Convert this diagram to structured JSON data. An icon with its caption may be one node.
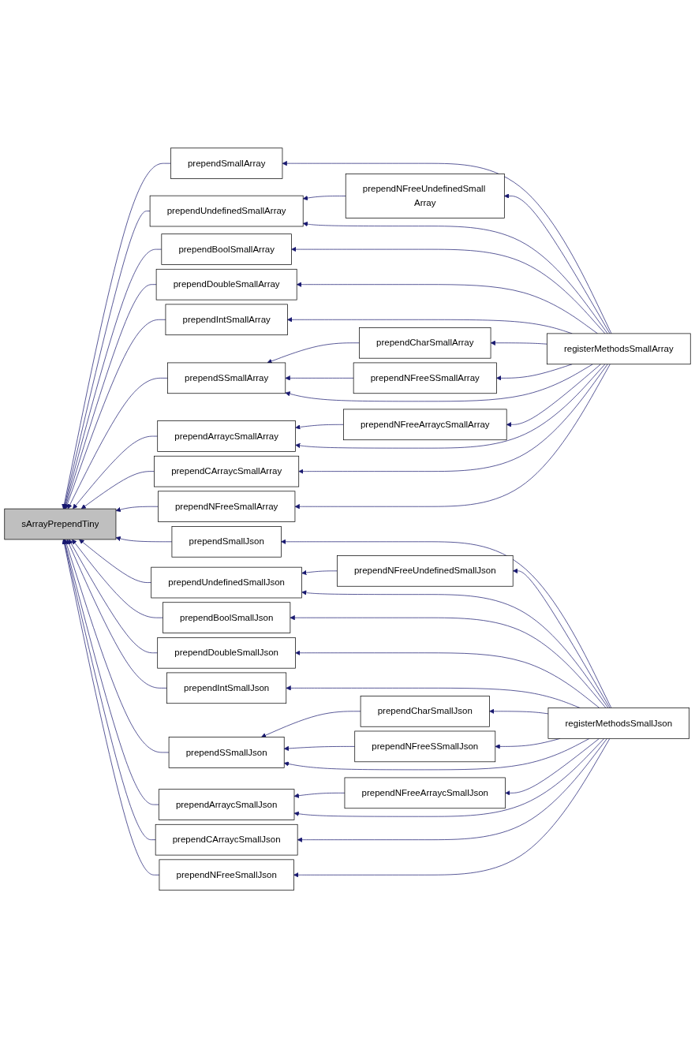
{
  "diagram": {
    "nodes": [
      {
        "text": [
          "sArrayPrependTiny"
        ]
      },
      {
        "text": [
          "prependSmallArray"
        ]
      },
      {
        "text": [
          "prependUndefinedSmallArray"
        ]
      },
      {
        "text": [
          "prependNFreeUndefinedSmall Array"
        ]
      },
      {
        "text": [
          "prependBoolSmallArray"
        ]
      },
      {
        "text": [
          "prependDoubleSmallArray"
        ]
      },
      {
        "text": [
          "prependIntSmallArray"
        ]
      },
      {
        "text": [
          "prependSSmallArray"
        ]
      },
      {
        "text": [
          "prependCharSmallArray"
        ]
      },
      {
        "text": [
          "prependNFreeSSmallArray"
        ]
      },
      {
        "text": [
          "prependArraycSmallArray"
        ]
      },
      {
        "text": [
          "prependNFreeArraycSmallArray"
        ]
      },
      {
        "text": [
          "prependCArraycSmallArray"
        ]
      },
      {
        "text": [
          "prependNFreeSmallArray"
        ]
      },
      {
        "text": [
          "registerMethodsSmallArray"
        ]
      },
      {
        "text": [
          "prependSmallJson"
        ]
      },
      {
        "text": [
          "prependUndefinedSmallJson"
        ]
      },
      {
        "text": [
          "prependNFreeUndefinedSmallJson"
        ]
      },
      {
        "text": [
          "prependBoolSmallJson"
        ]
      },
      {
        "text": [
          "prependDoubleSmallJson"
        ]
      },
      {
        "text": [
          "prependIntSmallJson"
        ]
      },
      {
        "text": [
          "prependSSmallJson"
        ]
      },
      {
        "text": [
          "prependCharSmallJson"
        ]
      },
      {
        "text": [
          "prependNFreeSSmallJson"
        ]
      },
      {
        "text": [
          "prependArraycSmallJson"
        ]
      },
      {
        "text": [
          "prependNFreeArraycSmallJson"
        ]
      },
      {
        "text": [
          "prependCArraycSmallJson"
        ]
      },
      {
        "text": [
          "prependNFreeSmallJson"
        ]
      },
      {
        "text": [
          "registerMethodsSmallJson"
        ]
      }
    ],
    "edges": [
      {
        "from": 1,
        "to": 0,
        "arrow": "to"
      },
      {
        "from": 2,
        "to": 0,
        "arrow": "to"
      },
      {
        "from": 4,
        "to": 0,
        "arrow": "to"
      },
      {
        "from": 5,
        "to": 0,
        "arrow": "to"
      },
      {
        "from": 6,
        "to": 0,
        "arrow": "to"
      },
      {
        "from": 7,
        "to": 0,
        "arrow": "to"
      },
      {
        "from": 10,
        "to": 0,
        "arrow": "to"
      },
      {
        "from": 12,
        "to": 0,
        "arrow": "to"
      },
      {
        "from": 13,
        "to": 0,
        "arrow": "to"
      },
      {
        "from": 15,
        "to": 0,
        "arrow": "to"
      },
      {
        "from": 16,
        "to": 0,
        "arrow": "to"
      },
      {
        "from": 18,
        "to": 0,
        "arrow": "to"
      },
      {
        "from": 19,
        "to": 0,
        "arrow": "to"
      },
      {
        "from": 20,
        "to": 0,
        "arrow": "to"
      },
      {
        "from": 21,
        "to": 0,
        "arrow": "to"
      },
      {
        "from": 24,
        "to": 0,
        "arrow": "to"
      },
      {
        "from": 26,
        "to": 0,
        "arrow": "to"
      },
      {
        "from": 27,
        "to": 0,
        "arrow": "to"
      },
      {
        "from": 3,
        "to": 2,
        "arrow": "to"
      },
      {
        "from": 8,
        "to": 7,
        "arrow": "to"
      },
      {
        "from": 9,
        "to": 7,
        "arrow": "to"
      },
      {
        "from": 11,
        "to": 10,
        "arrow": "to"
      },
      {
        "from": 14,
        "to": 1,
        "arrow": "to"
      },
      {
        "from": 14,
        "to": 2,
        "arrow": "to"
      },
      {
        "from": 14,
        "to": 3,
        "arrow": "to"
      },
      {
        "from": 14,
        "to": 4,
        "arrow": "to"
      },
      {
        "from": 14,
        "to": 5,
        "arrow": "to"
      },
      {
        "from": 14,
        "to": 6,
        "arrow": "to"
      },
      {
        "from": 14,
        "to": 7,
        "arrow": "to"
      },
      {
        "from": 14,
        "to": 8,
        "arrow": "to"
      },
      {
        "from": 14,
        "to": 9,
        "arrow": "to"
      },
      {
        "from": 14,
        "to": 10,
        "arrow": "to"
      },
      {
        "from": 14,
        "to": 11,
        "arrow": "to"
      },
      {
        "from": 14,
        "to": 12,
        "arrow": "to"
      },
      {
        "from": 14,
        "to": 13,
        "arrow": "to"
      },
      {
        "from": 17,
        "to": 16,
        "arrow": "to"
      },
      {
        "from": 22,
        "to": 21,
        "arrow": "to"
      },
      {
        "from": 23,
        "to": 21,
        "arrow": "to"
      },
      {
        "from": 25,
        "to": 24,
        "arrow": "to"
      },
      {
        "from": 28,
        "to": 15,
        "arrow": "to"
      },
      {
        "from": 28,
        "to": 16,
        "arrow": "to"
      },
      {
        "from": 28,
        "to": 17,
        "arrow": "to"
      },
      {
        "from": 28,
        "to": 18,
        "arrow": "to"
      },
      {
        "from": 28,
        "to": 19,
        "arrow": "to"
      },
      {
        "from": 28,
        "to": 20,
        "arrow": "to"
      },
      {
        "from": 28,
        "to": 21,
        "arrow": "to"
      },
      {
        "from": 28,
        "to": 22,
        "arrow": "to"
      },
      {
        "from": 28,
        "to": 23,
        "arrow": "to"
      },
      {
        "from": 28,
        "to": 24,
        "arrow": "to"
      },
      {
        "from": 28,
        "to": 25,
        "arrow": "to"
      },
      {
        "from": 28,
        "to": 26,
        "arrow": "to"
      },
      {
        "from": 28,
        "to": 27,
        "arrow": "to"
      }
    ]
  }
}
